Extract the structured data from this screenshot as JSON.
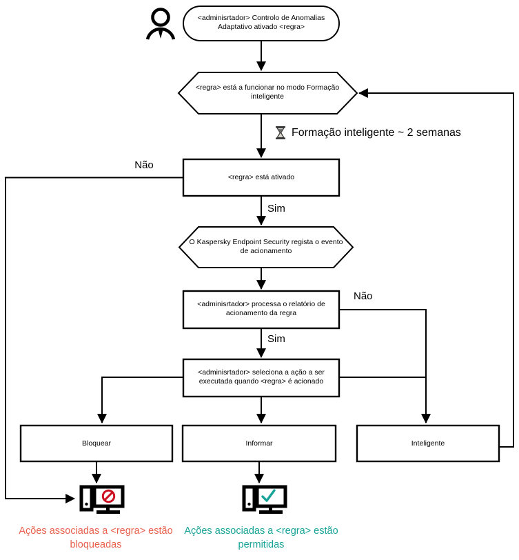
{
  "diagram": {
    "title": "Adaptive Anomaly Control rule flow",
    "actor": {
      "icon": "person-icon"
    },
    "nodes": {
      "start": {
        "shape": "rounded",
        "line1": "<adminisrtador> Controlo de Anomalias",
        "line2": "Adaptativo ativado <regra>"
      },
      "smart_training": {
        "shape": "hexagon",
        "line1": "<regra> está a funcionar no modo Formação",
        "line2": "inteligente"
      },
      "rule_enabled": {
        "shape": "rect",
        "line1": "<regra> está ativado"
      },
      "kes_logs": {
        "shape": "hexagon",
        "line1": "O Kaspersky Endpoint Security regista o evento",
        "line2": "de acionamento"
      },
      "admin_report": {
        "shape": "rect",
        "line1": "<adminisrtador> processa o relatório de",
        "line2": "acionamento da regra"
      },
      "admin_selects": {
        "shape": "rect",
        "line1": "<adminisrtador> seleciona a ação a ser",
        "line2": "executada quando <regra> é acionado"
      },
      "block": {
        "shape": "rect",
        "line1": "Bloquear"
      },
      "inform": {
        "shape": "rect",
        "line1": "Informar"
      },
      "smart": {
        "shape": "rect",
        "line1": "Inteligente"
      }
    },
    "notes": {
      "training_duration": {
        "icon": "hourglass-icon",
        "text": "Formação inteligente ~ 2 semanas"
      }
    },
    "edge_labels": {
      "nao_left": "Não",
      "sim_enabled": "Sim",
      "nao_report": "Não",
      "sim_report": "Sim"
    },
    "outcomes": {
      "blocked": {
        "icon": "computer-blocked-icon",
        "line1": "Ações associadas a <regra> estão",
        "line2": "bloqueadas",
        "color": "#e8604c"
      },
      "allowed": {
        "icon": "computer-allowed-icon",
        "line1": "Ações associadas a <regra> estão",
        "line2": "permitidas",
        "color": "#17a398"
      }
    },
    "colors": {
      "stroke": "#000000",
      "background": "#ffffff",
      "blocked_text": "#e8604c",
      "allowed_text": "#17a398",
      "prohibition_red": "#cc1122",
      "check_green": "#17a398"
    }
  }
}
